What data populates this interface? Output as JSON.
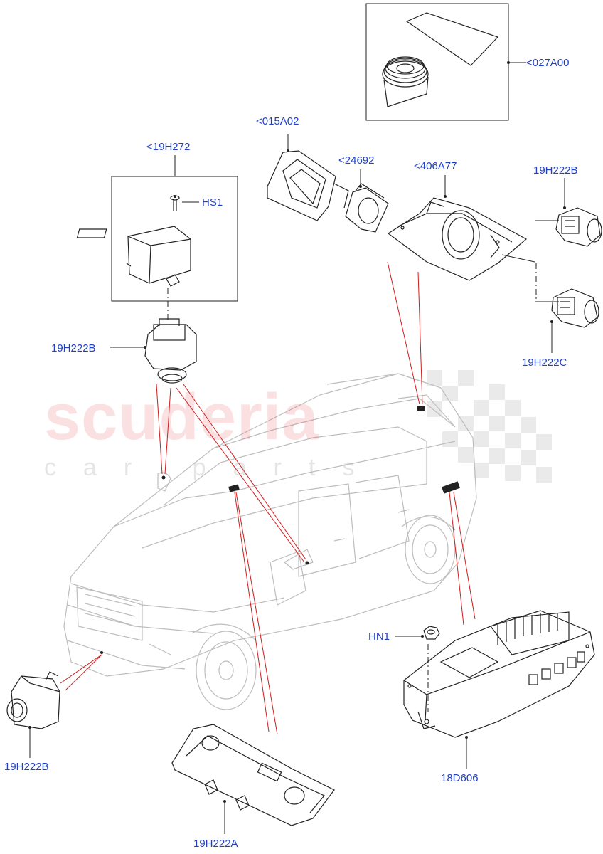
{
  "watermark": {
    "brand": "scuderia",
    "sub": "car parts"
  },
  "callouts": {
    "tape_kit": "<027A00",
    "bracket": "<015A02",
    "retainer": "<24692",
    "camera_housing": "<406A77",
    "cover_kit": "<19H272",
    "screw": "HS1",
    "camera_top_right": "19H222B",
    "camera_right_lower": "19H222C",
    "camera_left_mirror": "19H222B",
    "camera_front": "19H222B",
    "camera_tailgate": "19H222A",
    "nut": "HN1",
    "module": "18D606"
  },
  "colors": {
    "label": "#1f3fc4",
    "leader_line": "#d01c1c",
    "part_stroke": "#222222",
    "car_stroke": "#bdbdbd",
    "watermark_red": "#e13c46"
  }
}
